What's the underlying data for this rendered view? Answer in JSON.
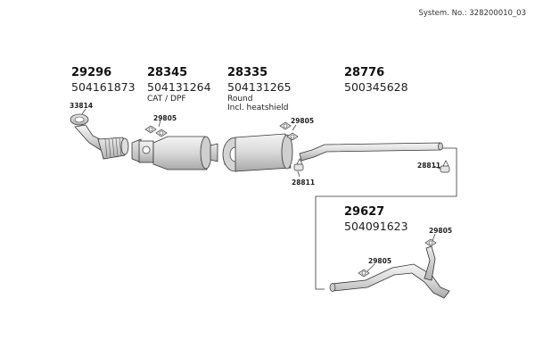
{
  "system_no": "System. No.: 328200010_03",
  "parts": [
    {
      "number": "29296",
      "oem": "504161873"
    },
    {
      "number": "28345",
      "oem": "504131264",
      "note1": "CAT / DPF"
    },
    {
      "number": "28335",
      "oem": "504131265",
      "note1": "Round",
      "note2": "Incl. heatshield"
    },
    {
      "number": "28776",
      "oem": "500345628"
    },
    {
      "number": "29627",
      "oem": "504091623"
    }
  ],
  "small_parts": {
    "gasket": "33814",
    "clamp_a": "29805",
    "clamp_b": "29805",
    "hanger_a": "28811",
    "hanger_b": "28811",
    "clamp_c": "29805",
    "clamp_d": "29805"
  }
}
